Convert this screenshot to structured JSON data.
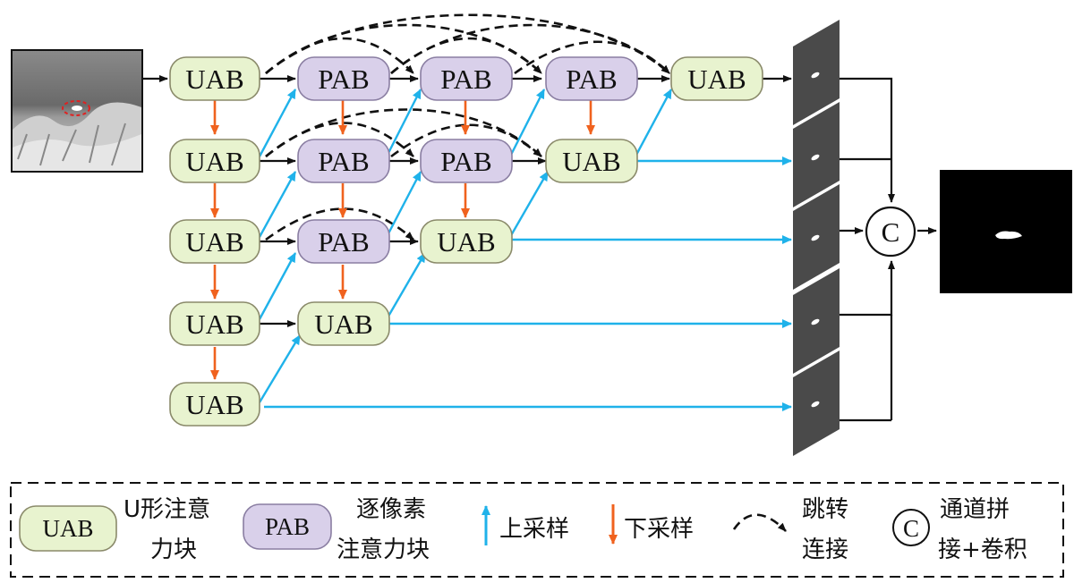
{
  "nodes": {
    "uab_label": "UAB",
    "pab_label": "PAB"
  },
  "concat": {
    "symbol": "C"
  },
  "legend": {
    "uab_node": "UAB",
    "uab_desc_line1": "U形注意",
    "uab_desc_line2": "力块",
    "pab_node": "PAB",
    "pab_desc_line1": "逐像素",
    "pab_desc_line2": "注意力块",
    "upsample": "上采样",
    "downsample": "下采样",
    "skip_line1": "跳转",
    "skip_line2": "连接",
    "concat_symbol": "C",
    "concat_line1": "通道拼",
    "concat_line2": "接+卷积"
  },
  "colors": {
    "uab_fill": "#e8f3cf",
    "pab_fill": "#d9d0ea",
    "up_arrow": "#1fb2ea",
    "down_arrow": "#f0621e",
    "skip": "#111111"
  }
}
